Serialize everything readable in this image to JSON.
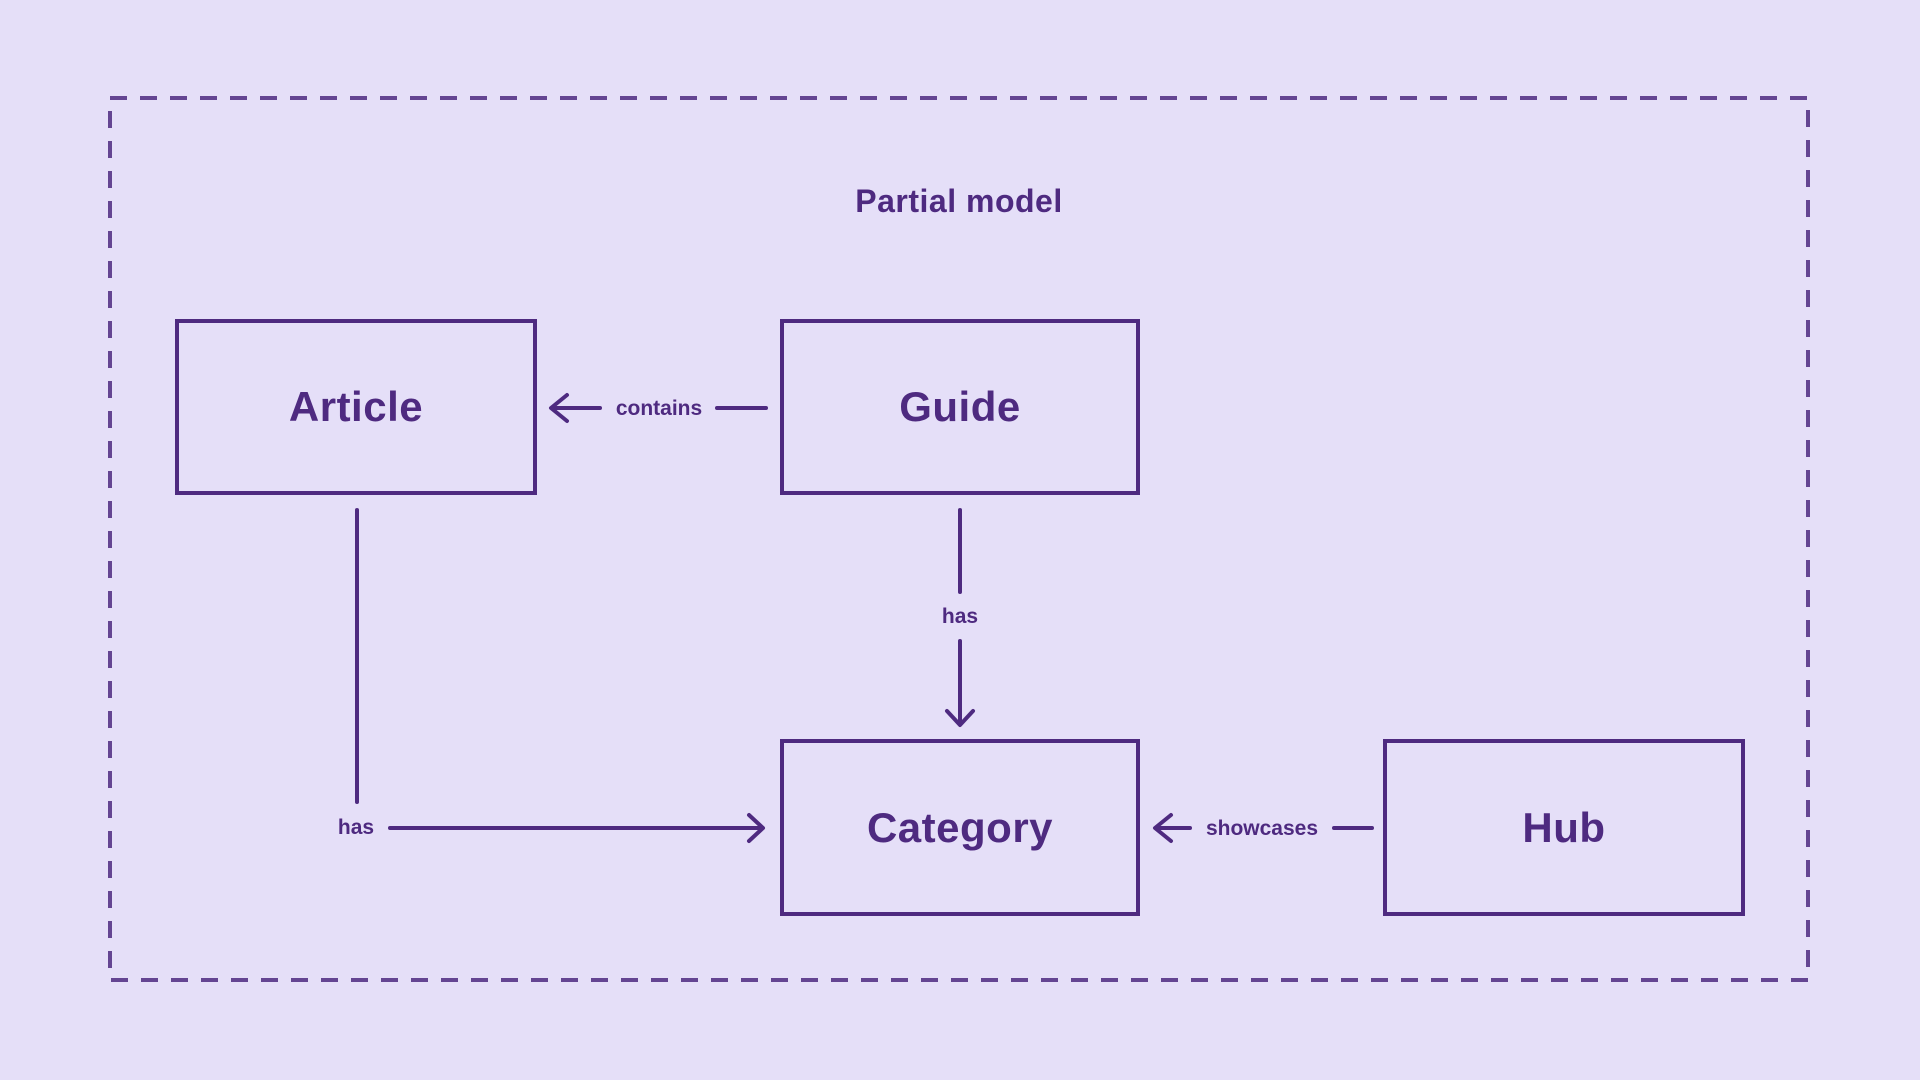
{
  "diagram": {
    "title": "Partial model",
    "entities": [
      {
        "id": "article",
        "label": "Article"
      },
      {
        "id": "guide",
        "label": "Guide"
      },
      {
        "id": "category",
        "label": "Category"
      },
      {
        "id": "hub",
        "label": "Hub"
      }
    ],
    "relations": [
      {
        "from": "Guide",
        "to": "Article",
        "label": "contains"
      },
      {
        "from": "Guide",
        "to": "Category",
        "label": "has"
      },
      {
        "from": "Article",
        "to": "Category",
        "label": "has"
      },
      {
        "from": "Hub",
        "to": "Category",
        "label": "showcases"
      }
    ],
    "colors": {
      "background": "#e5dff8",
      "accent": "#4e2a80"
    }
  }
}
